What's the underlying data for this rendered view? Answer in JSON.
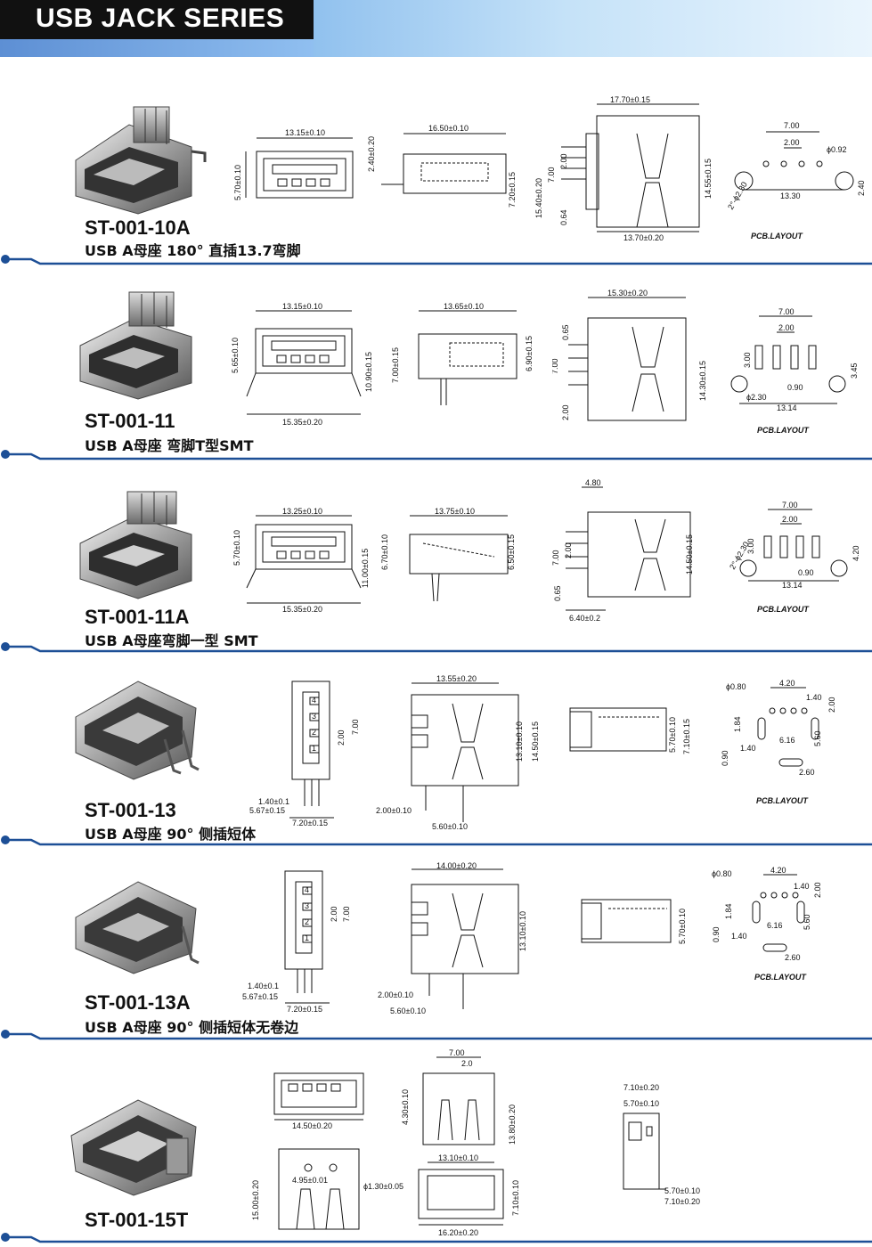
{
  "header": {
    "title": "USB JACK SERIES"
  },
  "pcb_layout_label": "PCB.LAYOUT",
  "products": [
    {
      "code": "ST-001-10A",
      "desc": "USB A母座 180°  直插13.7弯脚",
      "dims": {
        "a": "13.15±0.10",
        "b": "5.70±0.10",
        "c": "2.40±0.20",
        "d": "16.50±0.10",
        "e": "7.20±0.15",
        "f": "17.70±0.15",
        "g": "15.40±0.20",
        "h": "2.00",
        "i": "7.00",
        "j": "0.64",
        "k": "13.70±0.20",
        "l": "14.55±0.15",
        "m": "7.00",
        "n": "2.00",
        "o": "ϕ0.92",
        "p": "2°-ϕ2.30",
        "q": "13.30",
        "r": "2.40"
      }
    },
    {
      "code": "ST-001-11",
      "desc": "USB A母座 弯脚T型SMT",
      "dims": {
        "a": "13.15±0.10",
        "b": "5.65±0.10",
        "c": "10.90±0.15",
        "d": "15.35±0.20",
        "e": "13.65±0.10",
        "f": "7.00±0.15",
        "g": "6.90±0.15",
        "h": "15.30±0.20",
        "i": "0.65",
        "j": "7.00",
        "k": "2.00",
        "l": "14.30±0.15",
        "m": "7.00",
        "n": "2.00",
        "o": "3.00",
        "p": "0.90",
        "q": "ϕ2.30",
        "r": "13.14",
        "s": "3.45"
      }
    },
    {
      "code": "ST-001-11A",
      "desc": "USB A母座弯脚一型 SMT",
      "dims": {
        "a": "13.25±0.10",
        "b": "5.70±0.10",
        "c": "11.00±0.15",
        "d": "15.35±0.20",
        "e": "13.75±0.10",
        "f": "6.70±0.10",
        "g": "6.50±0.15",
        "h": "4.80",
        "i": "7.00",
        "j": "2.00",
        "k": "0.65",
        "l": "6.40±0.2",
        "m": "14.50±0.15",
        "n": "7.00",
        "o": "2.00",
        "p": "3.00",
        "q": "2°-ϕ2.30",
        "r": "0.90",
        "s": "13.14",
        "t": "4.20"
      }
    },
    {
      "code": "ST-001-13",
      "desc": "USB A母座 90°  侧插短体",
      "dims": {
        "a": "7.00",
        "b": "2.00",
        "c": "1.40±0.1",
        "d": "5.67±0.15",
        "e": "7.20±0.15",
        "f": "13.55±0.20",
        "g": "13.10±0.10",
        "h": "14.50±0.15",
        "i": "2.00±0.10",
        "j": "5.60±0.10",
        "k": "5.70±0.10",
        "l": "7.10±0.15",
        "m": "ϕ0.80",
        "n": "4.20",
        "o": "1.40",
        "p": "2.00",
        "q": "1.84",
        "r": "0.90",
        "s": "1.40",
        "t": "6.16",
        "u": "5.60",
        "v": "2.60"
      }
    },
    {
      "code": "ST-001-13A",
      "desc": "USB A母座 90°  侧插短体无卷边",
      "dims": {
        "a": "2.00",
        "b": "7.00",
        "c": "1.40±0.1",
        "d": "5.67±0.15",
        "e": "7.20±0.15",
        "f": "14.00±0.20",
        "g": "13.10±0.10",
        "h": "2.00±0.10",
        "i": "5.60±0.10",
        "j": "5.70±0.10",
        "k": "ϕ0.80",
        "l": "4.20",
        "m": "1.40",
        "n": "2.00",
        "o": "1.84",
        "p": "0.90",
        "q": "1.40",
        "r": "6.16",
        "s": "5.60",
        "t": "2.60"
      }
    },
    {
      "code": "ST-001-15T",
      "desc": "",
      "dims": {
        "a": "14.50±0.20",
        "b": "15.00±0.20",
        "c": "4.95±0.01",
        "d": "ϕ1.30±0.05",
        "e": "7.00",
        "f": "2.0",
        "g": "4.30±0.10",
        "h": "13.80±0.20",
        "i": "13.10±0.10",
        "j": "7.10±0.10",
        "k": "16.20±0.20",
        "l": "7.10±0.20",
        "m": "5.70±0.10",
        "n": "5.70±0.10",
        "o": "7.10±0.20"
      }
    }
  ],
  "pin_numbers": [
    "4",
    "3",
    "2",
    "1"
  ],
  "colors": {
    "header_dark": "#111111",
    "header_blue": "#5d8fd4",
    "divider_blue": "#1d4f96"
  }
}
